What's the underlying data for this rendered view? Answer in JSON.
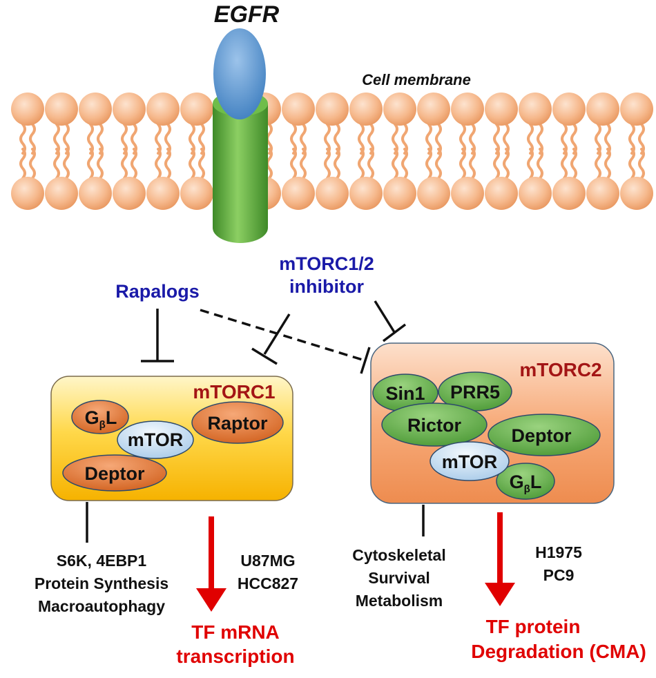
{
  "labels": {
    "receptor": "EGFR",
    "membrane": "Cell membrane",
    "rapalogs": "Rapalogs",
    "inhibitor_line1": "mTORC1/2",
    "inhibitor_line2": "inhibitor"
  },
  "mtorc1": {
    "title": "mTORC1",
    "components": {
      "gbl_main": "G",
      "gbl_sub": "β",
      "gbl_suffix": "L",
      "mtor": "mTOR",
      "raptor": "Raptor",
      "deptor": "Deptor"
    },
    "downstream": [
      "S6K, 4EBP1",
      "Protein Synthesis",
      "Macroautophagy"
    ],
    "cell_lines": [
      "U87MG",
      "HCC827"
    ],
    "outcome": [
      "TF mRNA",
      "transcription"
    ]
  },
  "mtorc2": {
    "title": "mTORC2",
    "components": {
      "sin1": "Sin1",
      "prr5": "PRR5",
      "rictor": "Rictor",
      "deptor": "Deptor",
      "mtor": "mTOR",
      "gbl_main": "G",
      "gbl_sub": "β",
      "gbl_suffix": "L"
    },
    "downstream": [
      "Cytoskeletal",
      "Survival",
      "Metabolism"
    ],
    "cell_lines": [
      "H1975",
      "PC9"
    ],
    "outcome": [
      "TF protein",
      "Degradation (CMA)"
    ]
  },
  "colors": {
    "inhibitor_text": "#1a1aa8",
    "complex_title": "#a31515",
    "outcome_red": "#e00000",
    "membrane_head": "#f4b183",
    "mtorc1_fill": "#ffd23a",
    "mtorc2_fill": "#f4a36f",
    "orange_protein": "#dc6e2e",
    "green_protein": "#5fa84a",
    "blue_protein": "#cfe3f5",
    "egfr_blue": "#4a88c8",
    "egfr_green": "#5aa83c"
  }
}
